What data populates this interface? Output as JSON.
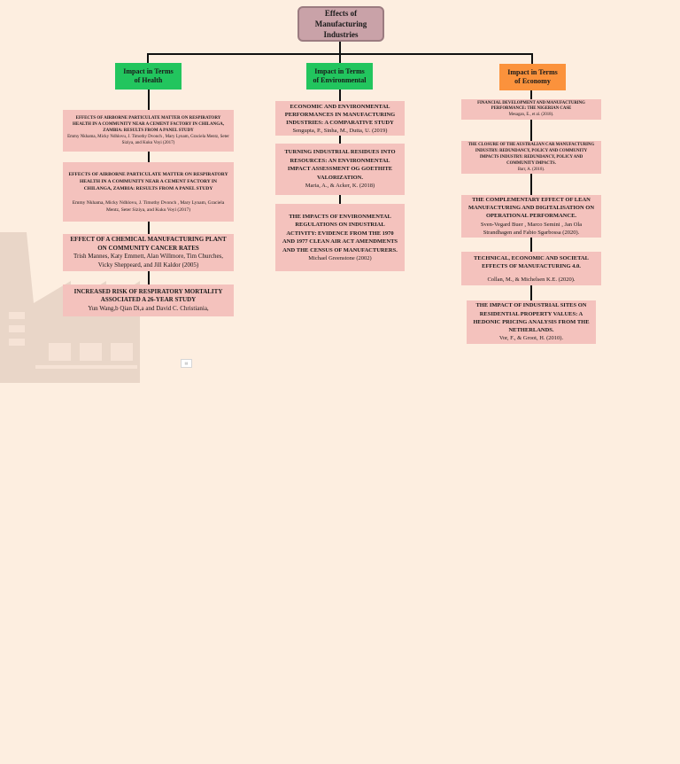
{
  "root": {
    "lines": [
      "Effects of",
      "Manufacturing",
      "Industries"
    ]
  },
  "categories": {
    "health": {
      "lines": [
        "Impact in Terms",
        "of Health"
      ],
      "color": "#22c55e"
    },
    "environment": {
      "lines": [
        "Impact in Terms",
        "of Environmental"
      ],
      "color": "#22c55e"
    },
    "economy": {
      "lines": [
        "Impact in Terms",
        "of Economy"
      ],
      "color": "#fb923c"
    }
  },
  "health_items": [
    {
      "title": "EFFECTS OF AIRBORNE PARTICULATE MATTER ON RESPIRATORY HEALTH IN A COMMUNITY NEAR A CEMENT FACTORY IN CHILANGA, ZAMBIA: RESULTS FROM A PANEL STUDY",
      "authors": "Emmy Nkhama, Micky Ndhlovu, J. Timothy Dvonch , Mary Lynam, Graciela Mentz, Seter Siziya, and Kuku Voyi (2017)"
    },
    {
      "title": "EFFECTS OF AIRBORNE PARTICULATE MATTER ON RESPIRATORY HEALTH IN A COMMUNITY NEAR A CEMENT FACTORY IN CHILANGA, ZAMBIA: RESULTS FROM A PANEL STUDY",
      "authors": "Emmy Nkhama, Micky Ndhlovu, J. Timothy Dvonch , Mary Lynam, Graciela Mentz, Seter Siziya, and Kuku Voyi (2017)"
    },
    {
      "title": "EFFECT OF A CHEMICAL MANUFACTURING PLANT ON COMMUNITY CANCER RATES",
      "authors": "Trish Mannes, Katy Emmett, Alan Willmore, Tim Churches, Vicky Sheppeard, and Jill Kaldor (2005)"
    },
    {
      "title": "INCREASED RISK OF RESPIRATORY MORTALITY ASSOCIATED A 26-YEAR STUDY",
      "authors": "Yun Wang,b Qian Di,a and David C. Christiania,"
    }
  ],
  "environment_items": [
    {
      "title": "ECONOMIC AND ENVIRONMENTAL PERFORMANCES IN MANUFACTURING INDUSTRIES: A COMPARATIVE STUDY",
      "authors": "Sengupta, P., Sinha, M., Dutta, U. (2019)"
    },
    {
      "title": "TURNING INDUSTRIAL RESIDUES INTO RESOURCES: AN ENVIRONMENTAL IMPACT ASSESSMENT OG GOETHITE VALORIZATION.",
      "authors": "Maria, A., & Acker, K. (2018)"
    },
    {
      "title": "THE IMPACTS OF ENVIRONMENTAL REGULATIONS ON INDUSTRIAL ACTIVITY: EVIDENCE FROM THE 1970 AND 1977 CLEAN AIR ACT AMENDMENTS AND THE CENSUS OF MANUFACTURERS.",
      "authors": "Michael Greenstone (2002)"
    }
  ],
  "economy_items": [
    {
      "title": "FINANCIAL DEVELOPMENT AND MANUFACTURING PERFORMANCE: THE NIGERIAN CASE",
      "authors": "Mesagan, E., et al. (2018)."
    },
    {
      "title": "THE CLOSURE OF THE AUSTRALIAN CAR MANUFACTURING INDUSTRY: REDUNDANCY, POLICY AND COMMUNITY IMPACTS INDUSTRY: REDUNDANCY, POLICY AND COMMUNITY IMPACTS.",
      "authors": "Barr, A. (2018)."
    },
    {
      "title": "THE COMPLEMENTARY EFFECT OF LEAN MANUFACTURING AND DIGITALISATION ON OPERATIONAL PERFORMANCE.",
      "authors": "Sven-Vegard Buer , Marco Semini , Jan Ola Strandhagen and Fabio Sgarbossa (2020)."
    },
    {
      "title": "TECHNICAL, ECONOMIC AND SOCIETAL EFFECTS OF MANUFACTURING 4.0.",
      "authors": "Collan, M., & Michelsen K.E. (2020)."
    },
    {
      "title": "THE IMPACT OF INDUSTRIAL SITES ON RESIDENTIAL PROPERTY VALUES: A HEDONIC PRICING ANALYSIS FROM THE NETHERLANDS.",
      "authors": "Vor, F., & Groot, H. (2010)."
    }
  ],
  "colors": {
    "background": "#fdeee0",
    "card": "#f4c2bd",
    "root": "#c9a2a8",
    "factory_watermark": "#e8d4c4"
  },
  "icons": {
    "watermark": "factory-icon",
    "small": "image-placeholder-icon"
  }
}
